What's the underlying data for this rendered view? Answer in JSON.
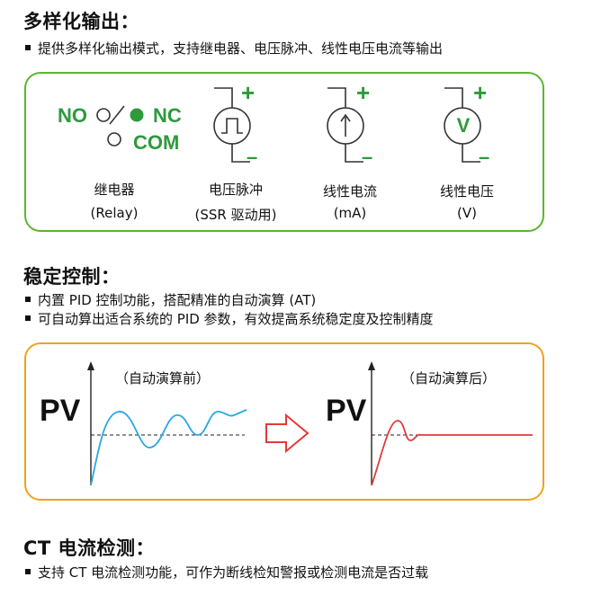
{
  "section1": {
    "heading": "多样化输出：",
    "bullet": "提供多样化输出模式，支持继电器、电压脉冲、线性电压电流等输出",
    "relay": {
      "no": "NO",
      "nc": "NC",
      "com": "COM"
    },
    "outputs": [
      {
        "name": "继电器",
        "sub": "(Relay)",
        "icon": "relay-switch-icon"
      },
      {
        "name": "电压脉冲",
        "sub": "(SSR 驱动用)",
        "icon": "pulse-icon",
        "plus": "+",
        "minus": "–"
      },
      {
        "name": "线性电流",
        "sub": "(mA)",
        "icon": "current-arrow-icon",
        "plus": "+",
        "minus": "–"
      },
      {
        "name": "线性电压",
        "sub": "(V)",
        "icon": "voltage-v-icon",
        "symbol": "V",
        "plus": "+",
        "minus": "–"
      }
    ],
    "colors": {
      "border": "#5cb533",
      "accent": "#2e9a3c"
    }
  },
  "section2": {
    "heading": "稳定控制：",
    "bullets": [
      "内置 PID 控制功能，搭配精准的自动演算 (AT)",
      "可自动算出适合系统的 PID 参数，有效提高系统稳定度及控制精度"
    ],
    "panels": [
      {
        "pv": "PV",
        "caption": "（自动演算前）",
        "curve_color": "#2aa7e0"
      },
      {
        "pv": "PV",
        "caption": "（自动演算后）",
        "curve_color": "#e23a3a"
      }
    ],
    "colors": {
      "border": "#f0a21a",
      "arrow": "#e23a3a"
    }
  },
  "section3": {
    "heading": "CT 电流检测：",
    "bullet": "支持 CT 电流检测功能，可作为断线检知警报或检测电流是否过载"
  }
}
